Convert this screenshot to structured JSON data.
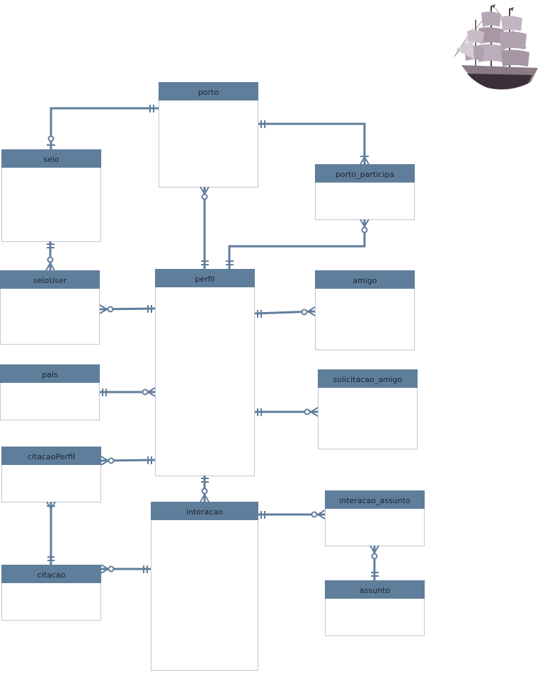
{
  "diagram": {
    "type": "entity-relationship",
    "entities": [
      {
        "id": "porto",
        "label": "porto"
      },
      {
        "id": "selo",
        "label": "selo"
      },
      {
        "id": "porto_participa",
        "label": "porto_participa"
      },
      {
        "id": "seloUser",
        "label": "seloUser"
      },
      {
        "id": "perfil",
        "label": "perfil"
      },
      {
        "id": "amigo",
        "label": "amigo"
      },
      {
        "id": "pais",
        "label": "pais"
      },
      {
        "id": "solicitacao_amigo",
        "label": "solicitacao_amigo"
      },
      {
        "id": "citacaoPerfil",
        "label": "citacaoPerfil"
      },
      {
        "id": "interacao",
        "label": "interacao"
      },
      {
        "id": "interacao_assunto",
        "label": "interacao_assunto"
      },
      {
        "id": "citacao",
        "label": "citacao"
      },
      {
        "id": "assunto",
        "label": "assunto"
      }
    ],
    "relationships": [
      {
        "from": "porto",
        "from_card": "one-and-only-one",
        "to": "selo",
        "to_card": "zero-or-one"
      },
      {
        "from": "porto",
        "from_card": "one-and-only-one",
        "to": "porto_participa",
        "to_card": "one-or-many"
      },
      {
        "from": "porto",
        "from_card": "zero-or-many",
        "to": "perfil",
        "to_card": "one-and-only-one"
      },
      {
        "from": "porto_participa",
        "from_card": "zero-or-many",
        "to": "perfil",
        "to_card": "one-and-only-one"
      },
      {
        "from": "selo",
        "from_card": "one-and-only-one",
        "to": "seloUser",
        "to_card": "zero-or-many"
      },
      {
        "from": "seloUser",
        "from_card": "zero-or-many",
        "to": "perfil",
        "to_card": "one-and-only-one"
      },
      {
        "from": "perfil",
        "from_card": "one-and-only-one",
        "to": "amigo",
        "to_card": "zero-or-many"
      },
      {
        "from": "pais",
        "from_card": "one-and-only-one",
        "to": "perfil",
        "to_card": "zero-or-many"
      },
      {
        "from": "perfil",
        "from_card": "one-and-only-one",
        "to": "solicitacao_amigo",
        "to_card": "zero-or-many"
      },
      {
        "from": "citacaoPerfil",
        "from_card": "zero-or-many",
        "to": "perfil",
        "to_card": "one-and-only-one"
      },
      {
        "from": "perfil",
        "from_card": "one-and-only-one",
        "to": "interacao",
        "to_card": "zero-or-many"
      },
      {
        "from": "citacaoPerfil",
        "from_card": "one-or-many",
        "to": "citacao",
        "to_card": "one-and-only-one"
      },
      {
        "from": "citacao",
        "from_card": "zero-or-many",
        "to": "interacao",
        "to_card": "one-and-only-one"
      },
      {
        "from": "interacao",
        "from_card": "one-and-only-one",
        "to": "interacao_assunto",
        "to_card": "zero-or-many"
      },
      {
        "from": "interacao_assunto",
        "from_card": "zero-or-many",
        "to": "assunto",
        "to_card": "one-and-only-one"
      }
    ]
  },
  "logo": {
    "name": "sailing-ship-logo"
  },
  "colors": {
    "header": "#5f7e9c",
    "line": "#5f7e9c",
    "border": "#c2c6d4",
    "background": "#ffffff"
  }
}
